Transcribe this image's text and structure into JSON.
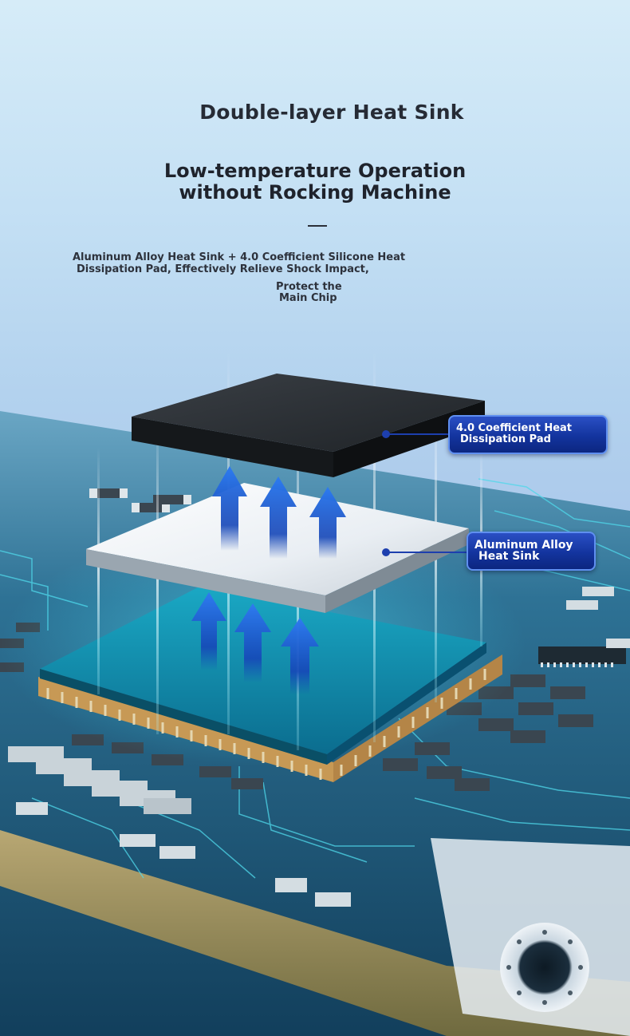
{
  "header": {
    "title": "Double-layer Heat Sink",
    "subtitle_line1": "Low-temperature Operation",
    "subtitle_line2": "without Rocking Machine"
  },
  "description": {
    "line1": "Aluminum Alloy Heat Sink + 4.0 Coefficient Silicone Heat",
    "line2": "Dissipation Pad, Effectively Relieve Shock Impact,",
    "line3": "Protect the",
    "line4": "Main Chip"
  },
  "callouts": {
    "pad_line1": "4.0 Coefficient Heat",
    "pad_line2": "Dissipation Pad",
    "sink_line1": "Aluminum Alloy",
    "sink_line2": "Heat Sink"
  },
  "colors": {
    "background": "#b3d2ee",
    "board": "#1d5d80",
    "callout": "#13349e",
    "arrow": "#1e5fd6",
    "glow": "#36e0ff"
  },
  "icons": [
    "up-arrow-icon",
    "pointer-dot-icon"
  ]
}
